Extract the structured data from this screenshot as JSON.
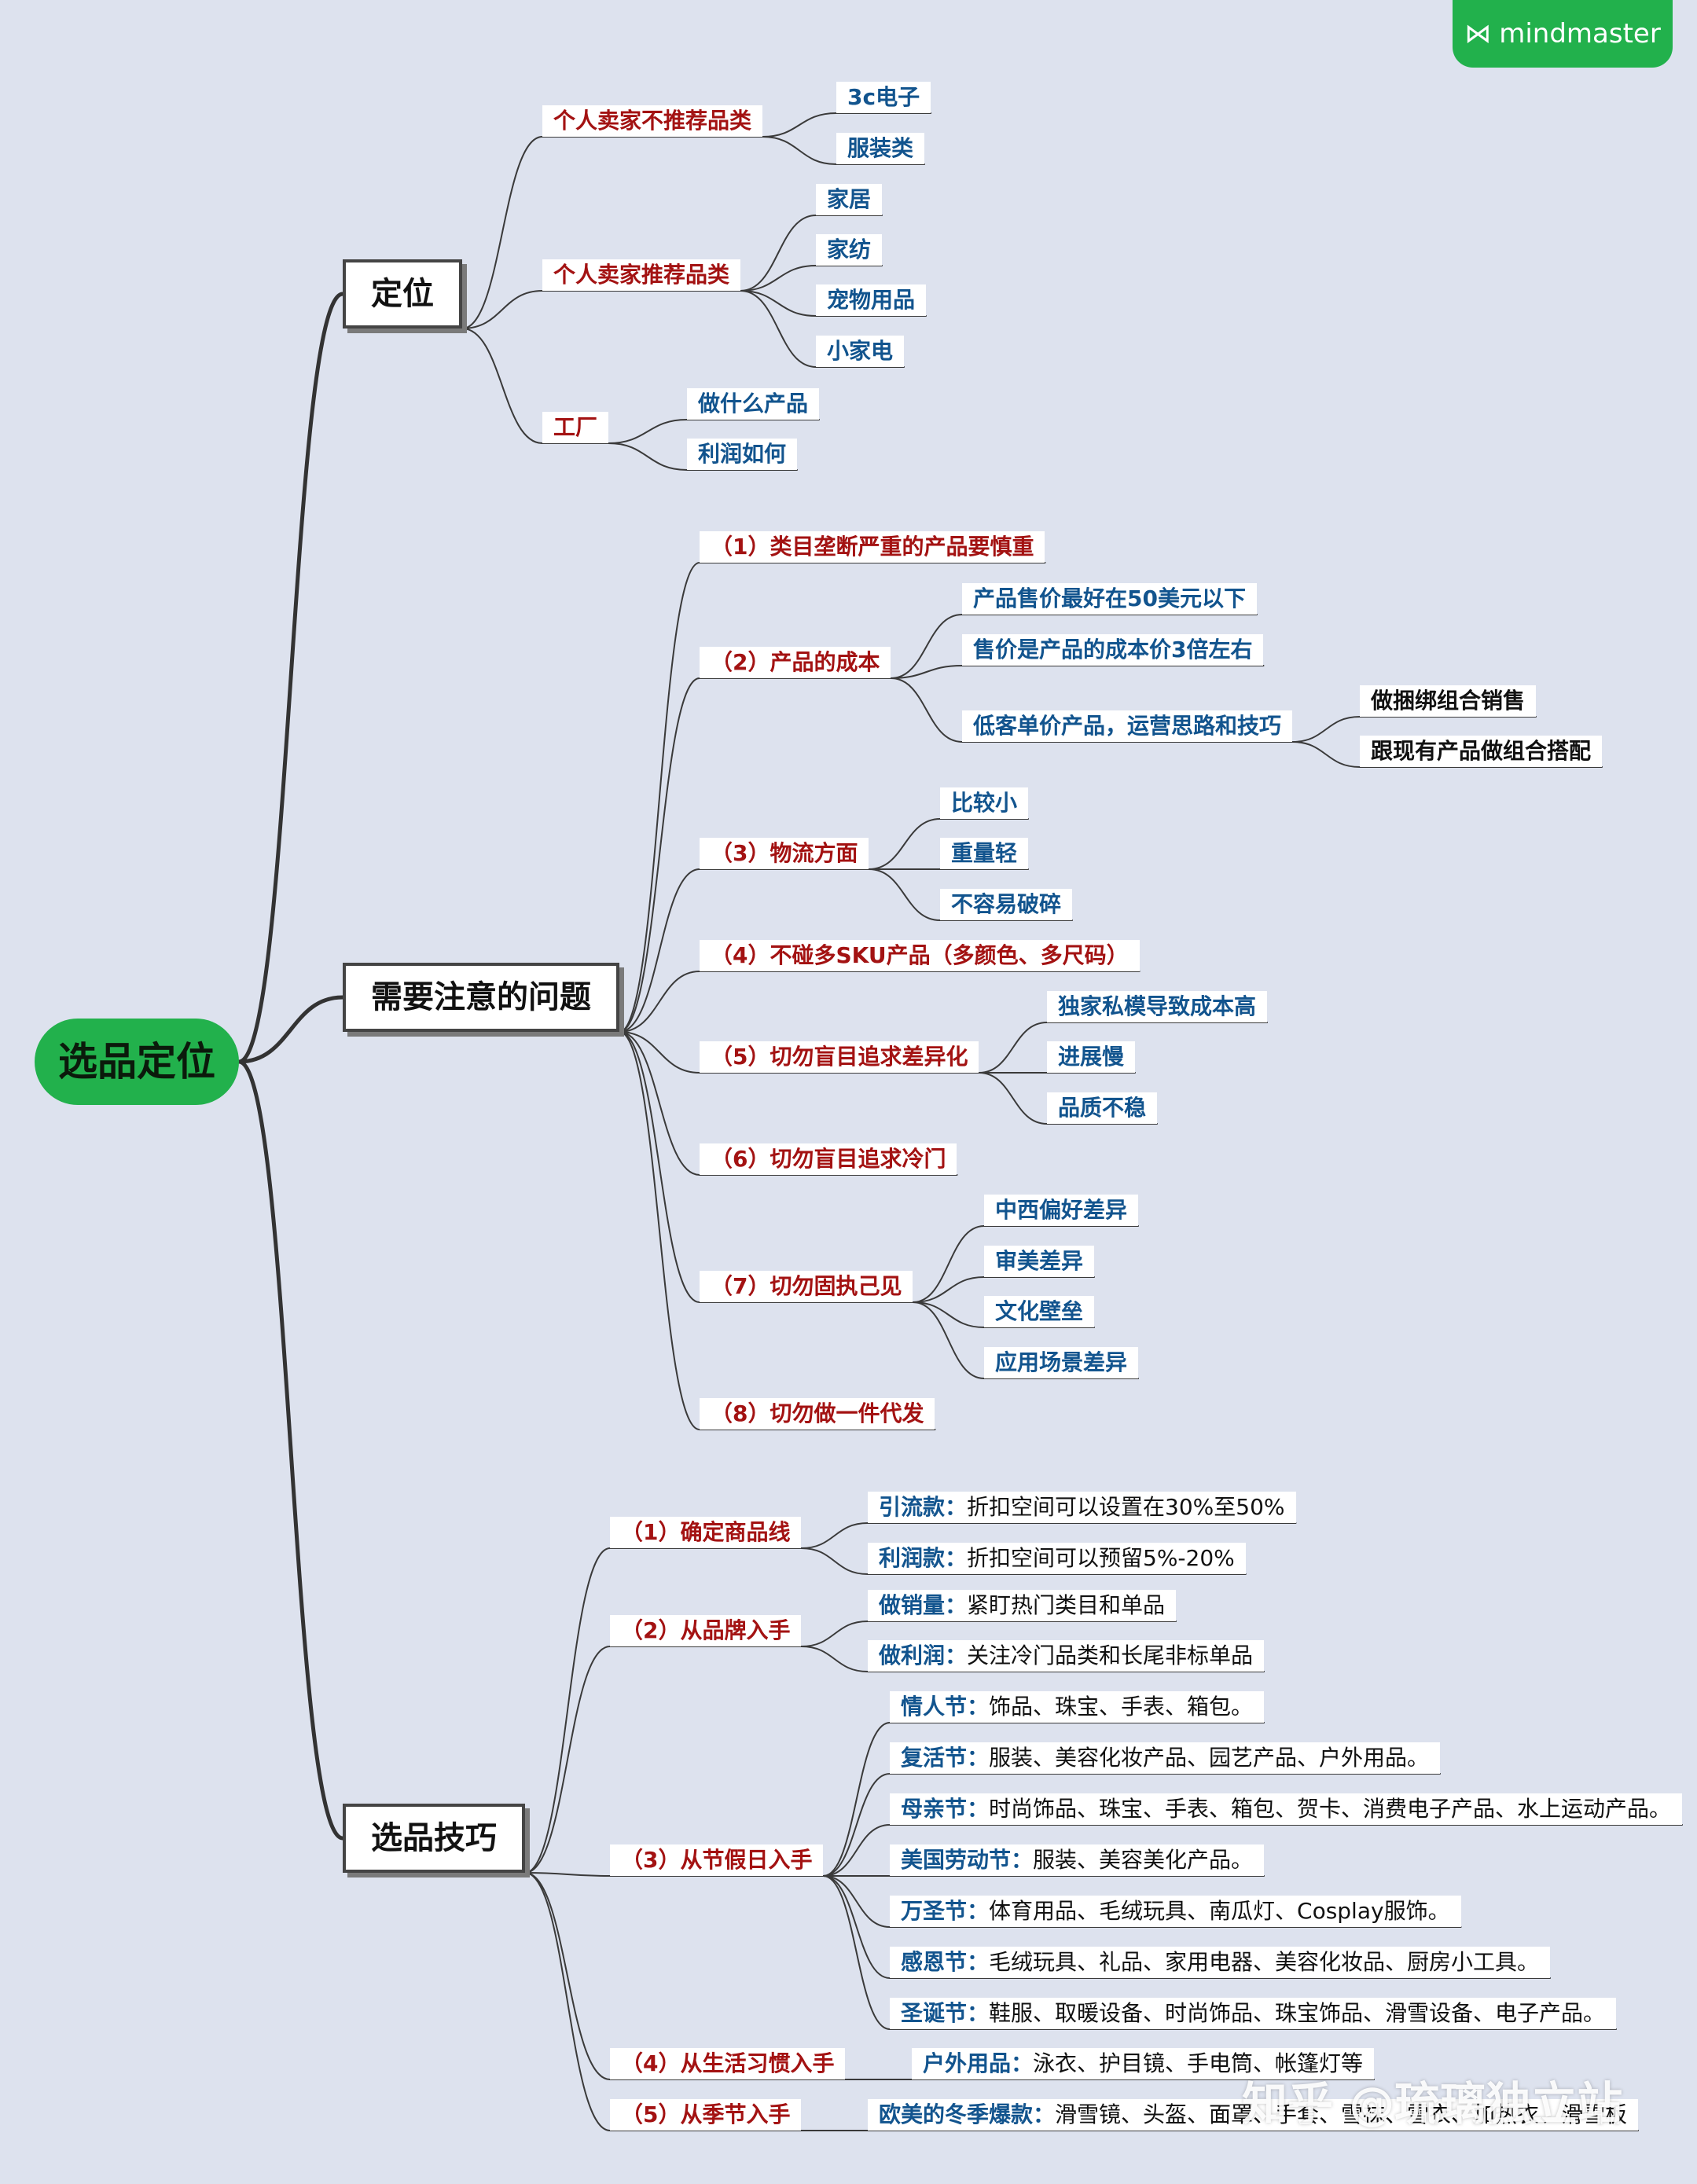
{
  "brand": {
    "logo_text": "mindmaster"
  },
  "root": {
    "label": "选品定位"
  },
  "branches": {
    "dingwei": {
      "label": "定位",
      "geren_bu": {
        "label": "个人卖家不推荐品类",
        "items": [
          "3c电子",
          "服装类"
        ]
      },
      "geren_tui": {
        "label": "个人卖家推荐品类",
        "items": [
          "家居",
          "家纺",
          "宠物用品",
          "小家电"
        ]
      },
      "gongchang": {
        "label": "工厂",
        "items": [
          "做什么产品",
          "利润如何"
        ]
      }
    },
    "wenti": {
      "label": "需要注意的问题",
      "p1": "（1）类目垄断严重的产品要慎重",
      "p2": {
        "label": "（2）产品的成本",
        "items": [
          "产品售价最好在50美元以下",
          "售价是产品的成本价3倍左右",
          "低客单价产品，运营思路和技巧"
        ],
        "sub": [
          "做捆绑组合销售",
          "跟现有产品做组合搭配"
        ]
      },
      "p3": {
        "label": "（3）物流方面",
        "items": [
          "比较小",
          "重量轻",
          "不容易破碎"
        ]
      },
      "p4": "（4）不碰多SKU产品（多颜色、多尺码）",
      "p5": {
        "label": "（5）切勿盲目追求差异化",
        "items": [
          "独家私模导致成本高",
          "进展慢",
          "品质不稳"
        ]
      },
      "p6": "（6）切勿盲目追求冷门",
      "p7": {
        "label": "（7）切勿固执己见",
        "items": [
          "中西偏好差异",
          "审美差异",
          "文化壁垒",
          "应用场景差异"
        ]
      },
      "p8": "（8）切勿做一件代发"
    },
    "jiqiao": {
      "label": "选品技巧",
      "s1": {
        "label": "（1）确定商品线",
        "items": [
          {
            "k": "引流款：",
            "v": "折扣空间可以设置在30%至50%"
          },
          {
            "k": "利润款：",
            "v": "折扣空间可以预留5%-20%"
          }
        ]
      },
      "s2": {
        "label": "（2）从品牌入手",
        "items": [
          {
            "k": "做销量：",
            "v": "紧盯热门类目和单品"
          },
          {
            "k": "做利润：",
            "v": "关注冷门品类和长尾非标单品"
          }
        ]
      },
      "s3": {
        "label": "（3）从节假日入手",
        "items": [
          {
            "k": "情人节：",
            "v": "饰品、珠宝、手表、箱包。"
          },
          {
            "k": "复活节：",
            "v": "服装、美容化妆产品、园艺产品、户外用品。"
          },
          {
            "k": "母亲节：",
            "v": "时尚饰品、珠宝、手表、箱包、贺卡、消费电子产品、水上运动产品。"
          },
          {
            "k": "美国劳动节：",
            "v": "服装、美容美化产品。"
          },
          {
            "k": "万圣节：",
            "v": "体育用品、毛绒玩具、南瓜灯、Cosplay服饰。"
          },
          {
            "k": "感恩节：",
            "v": "毛绒玩具、礼品、家用电器、美容化妆品、厨房小工具。"
          },
          {
            "k": "圣诞节：",
            "v": "鞋服、取暖设备、时尚饰品、珠宝饰品、滑雪设备、电子产品。"
          }
        ]
      },
      "s4": {
        "label": "（4）从生活习惯入手",
        "item": {
          "k": "户外用品：",
          "v": "泳衣、护目镜、手电筒、帐篷灯等"
        }
      },
      "s5": {
        "label": "（5）从季节入手",
        "item": {
          "k": "欧美的冬季爆款：",
          "v": "滑雪镜、头盔、面罩、手套、雪袜、雪衣、加热衣、滑雪板"
        }
      }
    }
  },
  "watermark": "知乎 @琉璃独立站"
}
